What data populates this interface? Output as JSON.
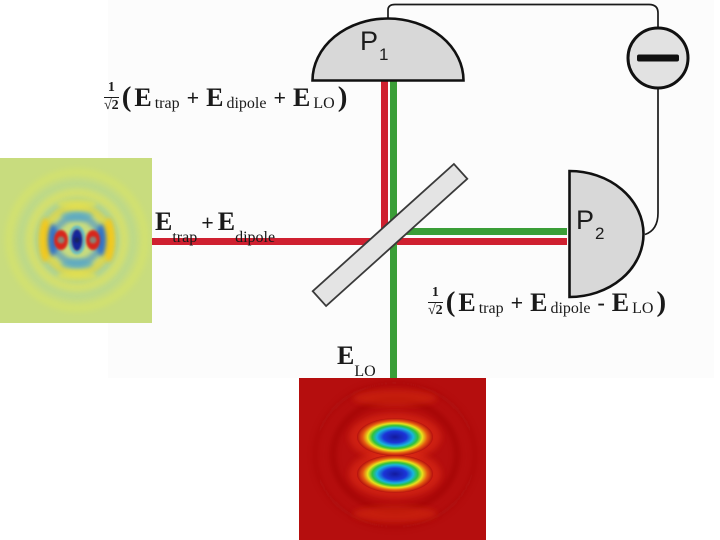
{
  "title": "balanced-homodyne-detection-diagram",
  "labels": {
    "detector1": {
      "base": "P",
      "sub": "1"
    },
    "detector2": {
      "base": "P",
      "sub": "2"
    },
    "input": {
      "E1": "E",
      "sub1": "trap",
      "op": "+",
      "E2": "E",
      "sub2": "dipole"
    },
    "lo": {
      "E": "E",
      "sub": "LO"
    },
    "port1": {
      "num": "1",
      "den": "√2",
      "open": "(",
      "E1": "E",
      "sub1": "trap",
      "op1": "+",
      "E2": "E",
      "sub2": "dipole",
      "op2": "+",
      "E3": "E",
      "sub3": "LO",
      "close": ")"
    },
    "port2": {
      "num": "1",
      "den": "√2",
      "open": "(",
      "E1": "E",
      "sub1": "trap",
      "op1": "+",
      "E2": "E",
      "sub2": "dipole",
      "op2": "-",
      "E3": "E",
      "sub3": "LO",
      "close": ")"
    }
  },
  "colors": {
    "beam_red": "#cf2030",
    "beam_green": "#3a9e37",
    "detector_fill": "#d8d8d8",
    "splitter_fill": "#e4e4e4",
    "subtractor_fill": "#e2e2e2",
    "outline": "#111111",
    "panel_bg": "#fcfcfc",
    "input_image_bg": "#c8dc7e",
    "lo_image_bg": "#b50e0e"
  },
  "icons": {
    "minus": "minus-icon",
    "input_image": "dipole-interference-pattern",
    "lo_image": "tem01-mode-pattern"
  }
}
